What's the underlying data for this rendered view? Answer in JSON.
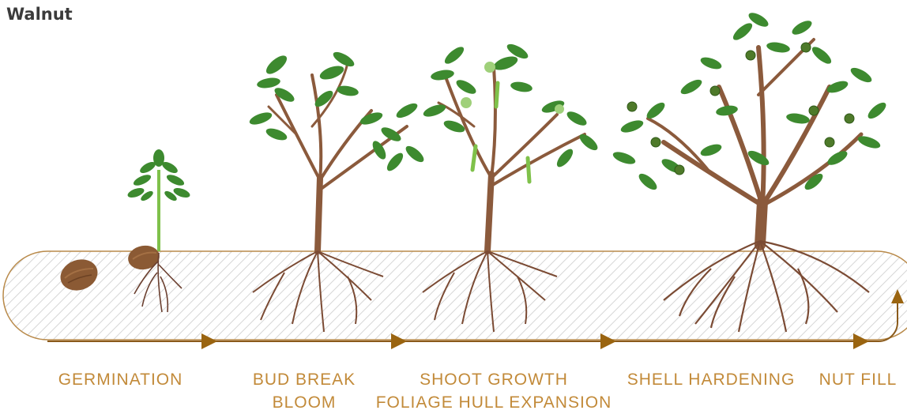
{
  "title": "Walnut",
  "colors": {
    "accent": "#c28a39",
    "timeline": "#8a5a1b",
    "trunk": "#8b5a3c",
    "root": "#7b4b34",
    "leaf": "#3d8a2f",
    "leaf_light": "#5aa13b",
    "nut": "#8b5a34",
    "hatch": "#d9d9d9"
  },
  "stages": [
    {
      "lines": [
        "GERMINATION"
      ]
    },
    {
      "lines": [
        "BUD BREAK",
        "BLOOM"
      ]
    },
    {
      "lines": [
        "SHOOT GROWTH",
        "FOLIAGE HULL EXPANSION"
      ]
    },
    {
      "lines": [
        "SHELL HARDENING"
      ]
    },
    {
      "lines": [
        "NUT FILL"
      ]
    }
  ],
  "icons": [
    "seed-icon",
    "sprout-icon",
    "tree-icon",
    "arrow-icon"
  ]
}
